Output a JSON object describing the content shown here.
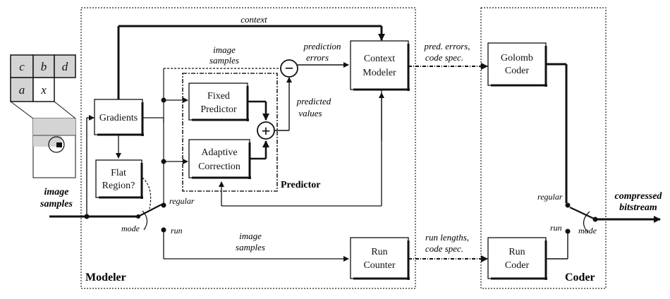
{
  "diagram": {
    "neighborhood": {
      "cells": [
        "c",
        "b",
        "d",
        "a",
        "x"
      ]
    },
    "blocks": {
      "gradients": [
        "Gradients"
      ],
      "flat_region": [
        "Flat",
        "Region?"
      ],
      "fixed_predictor": [
        "Fixed",
        "Predictor"
      ],
      "adaptive_correction": [
        "Adaptive",
        "Correction"
      ],
      "context_modeler": [
        "Context",
        "Modeler"
      ],
      "run_counter": [
        "Run",
        "Counter"
      ],
      "golomb_coder": [
        "Golomb",
        "Coder"
      ],
      "run_coder": [
        "Run",
        "Coder"
      ]
    },
    "symbols": {
      "minus": "−",
      "plus": "+"
    },
    "labels": {
      "context": "context",
      "image_samples_top": [
        "image",
        "samples"
      ],
      "prediction_errors": [
        "prediction",
        "errors"
      ],
      "predicted_values": [
        "predicted",
        "values"
      ],
      "pred_errors_code_spec": [
        "pred. errors,",
        "code spec."
      ],
      "run_lengths_code_spec": [
        "run lengths,",
        "code spec."
      ],
      "image_samples_bottom": [
        "image",
        "samples"
      ],
      "image_samples_input": [
        "image",
        "samples"
      ],
      "regular_left": "regular",
      "mode_left": "mode",
      "run_left": "run",
      "regular_right": "regular",
      "run_right": "run",
      "mode_right": "mode",
      "compressed_bitstream": [
        "compressed",
        "bitstream"
      ],
      "predictor": "Predictor",
      "modeler": "Modeler",
      "coder": "Coder"
    }
  }
}
